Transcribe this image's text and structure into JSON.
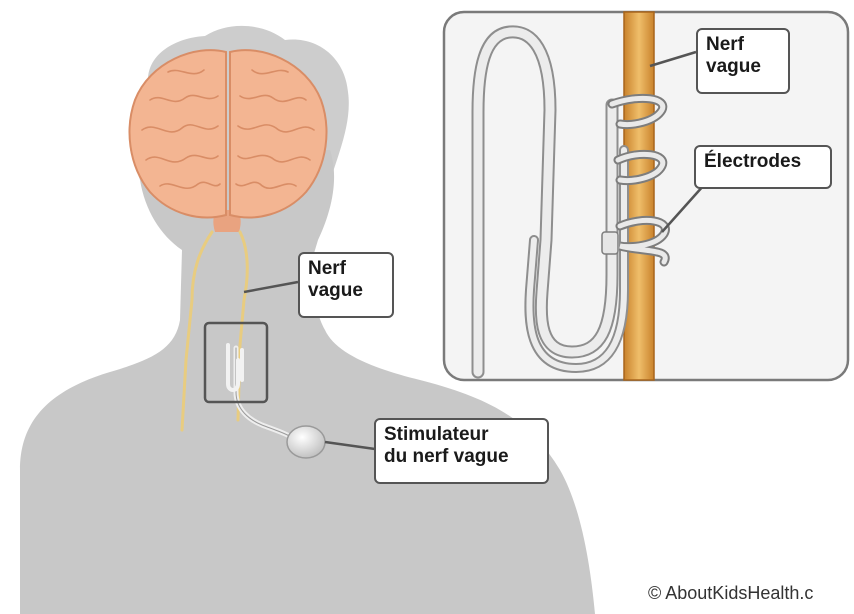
{
  "labels": {
    "nerve_main": [
      "Nerf",
      "vague"
    ],
    "stimulator": [
      "Stimulateur",
      "du nerf vague"
    ],
    "nerve_inset": [
      "Nerf",
      "vague"
    ],
    "electrodes": "Électrodes"
  },
  "copyright": "© AboutKidsHealth.c",
  "colors": {
    "silhouette": "#c8c8c8",
    "brain": "#f2b48e",
    "nerve": "#e6c87a",
    "inset_nerve": "#d99a3c",
    "device": "#e8e8e8",
    "outline": "#555555"
  }
}
